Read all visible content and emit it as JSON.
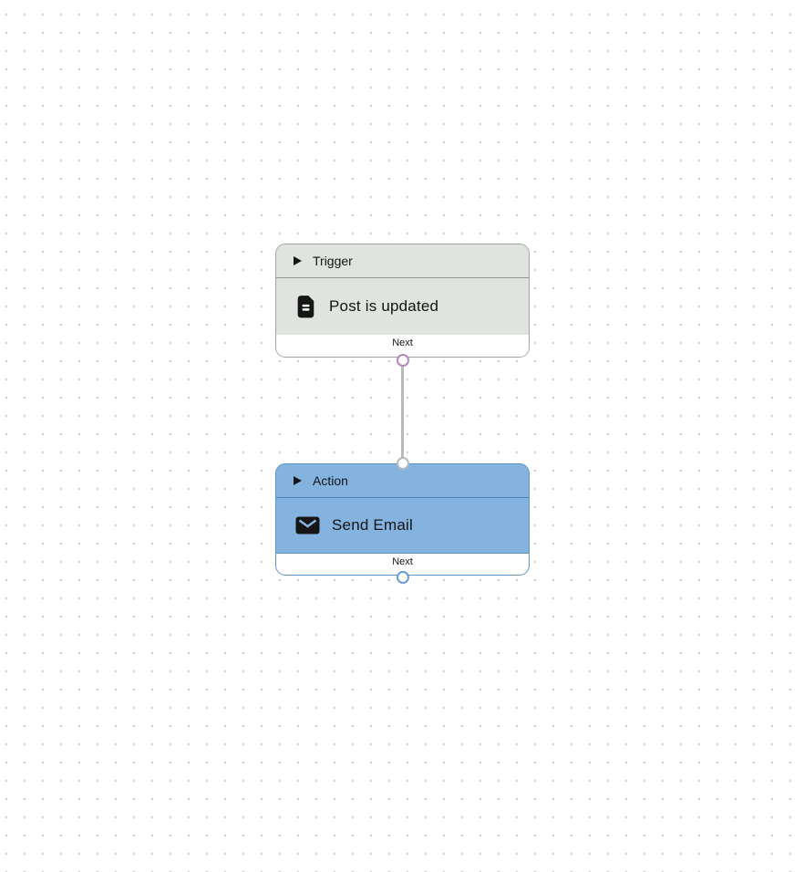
{
  "canvas": {
    "background_color": "#ffffff",
    "dot_color": "#d0d0d0"
  },
  "connection": {
    "from": "trigger-output-port",
    "to": "action-input-port",
    "color": "#b9b9b9"
  },
  "colors": {
    "canvas-dot": "#d0d0d0",
    "edge-color": "#b9b9b9",
    "text": "#141414",
    "trigger-fill": "#dfe4df",
    "trigger-border": "#a0a6a1",
    "trigger-divider": "#8f958f",
    "action-fill": "#85b3e0",
    "action-border": "#5e95c9",
    "action-divider": "#4d82b6",
    "port-trigger-out": "#b389b9",
    "port-action-in": "#b3b9be",
    "port-action-out": "#6b9cd1"
  },
  "nodes": [
    {
      "type_label": "Trigger",
      "title": "Post is updated",
      "footer_label": "Next",
      "icon": "document-icon"
    },
    {
      "type_label": "Action",
      "title": "Send Email",
      "footer_label": "Next",
      "icon": "email-icon"
    }
  ]
}
